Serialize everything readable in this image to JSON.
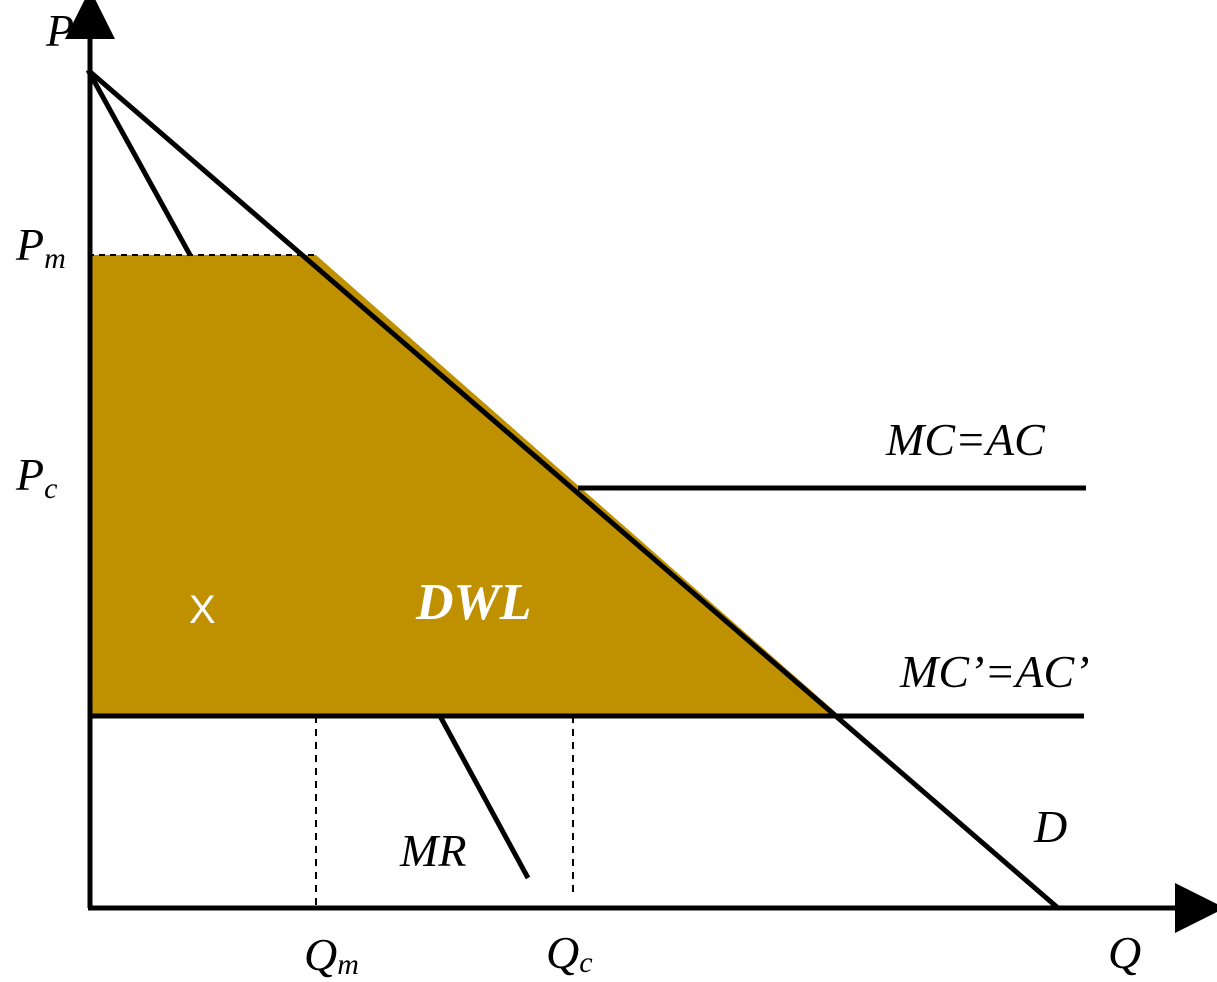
{
  "axes": {
    "y_label": "P",
    "x_label": "Q"
  },
  "price_labels": {
    "pm": {
      "main": "P",
      "sub": "m"
    },
    "pc": {
      "main": "P",
      "sub": "c"
    }
  },
  "quantity_labels": {
    "qm": {
      "main": "Q",
      "sub": "m"
    },
    "qc": {
      "main": "Q",
      "sub": "c"
    }
  },
  "curve_labels": {
    "mc_ac": "MC=AC",
    "mc_ac_prime": "MC’=AC’",
    "mr": "MR",
    "demand": "D"
  },
  "region_labels": {
    "x": "X",
    "dwl": "DWL"
  },
  "colors": {
    "shaded_region": "#BF9000",
    "lines": "#000000",
    "region_text": "#FFFFFF"
  }
}
